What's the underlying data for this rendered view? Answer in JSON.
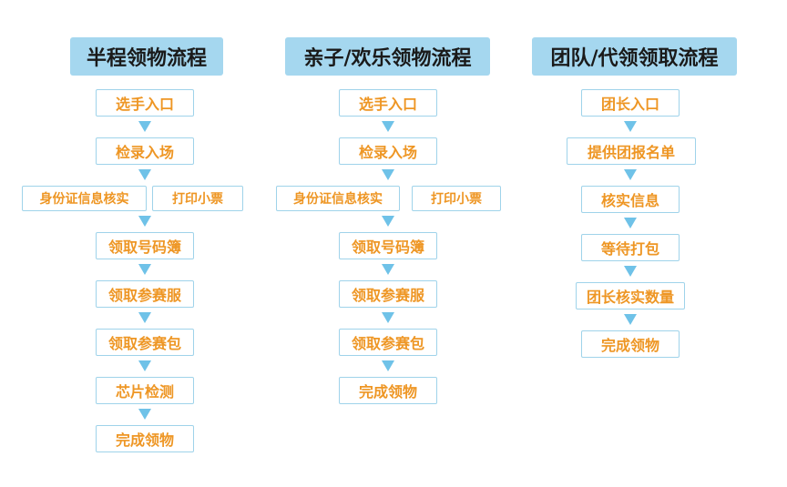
{
  "columns": [
    {
      "title": "半程领物流程",
      "steps": [
        "选手入口",
        "检录入场",
        "身份证信息核实",
        "打印小票",
        "领取号码簿",
        "领取参赛服",
        "领取参赛包",
        "芯片检测",
        "完成领物"
      ]
    },
    {
      "title": "亲子/欢乐领物流程",
      "steps": [
        "选手入口",
        "检录入场",
        "身份证信息核实",
        "打印小票",
        "领取号码簿",
        "领取参赛服",
        "领取参赛包",
        "完成领物"
      ]
    },
    {
      "title": "团队/代领领取流程",
      "steps": [
        "团长入口",
        "提供团报名单",
        "核实信息",
        "等待打包",
        "团长核实数量",
        "完成领物"
      ]
    }
  ],
  "colors": {
    "title_bg": "#a5d7ef",
    "step_border": "#9fd3ea",
    "step_text": "#ee9624",
    "arrow": "#6fc2e8"
  }
}
